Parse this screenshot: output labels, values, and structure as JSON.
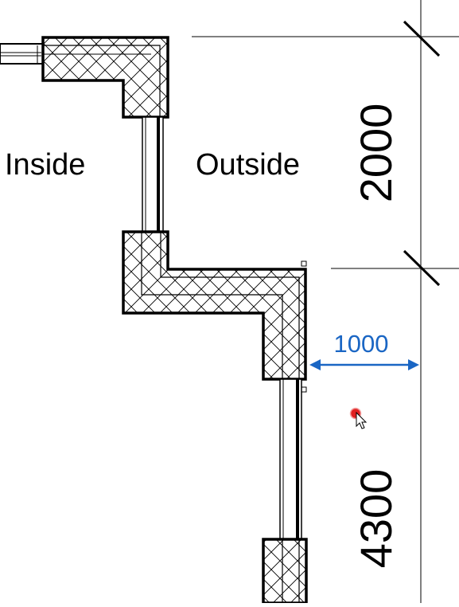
{
  "drawing": {
    "inside_label": "Inside",
    "outside_label": "Outside",
    "dimension_upper": "2000",
    "dimension_lower": "4300",
    "temporary_dimension": "1000"
  },
  "colors": {
    "line": "#000000",
    "temporary_dimension": "#1a66c4",
    "cursor_dot": "#e02020",
    "background": "#ffffff"
  },
  "cursor": {
    "icon": "arrow-cursor-icon"
  }
}
